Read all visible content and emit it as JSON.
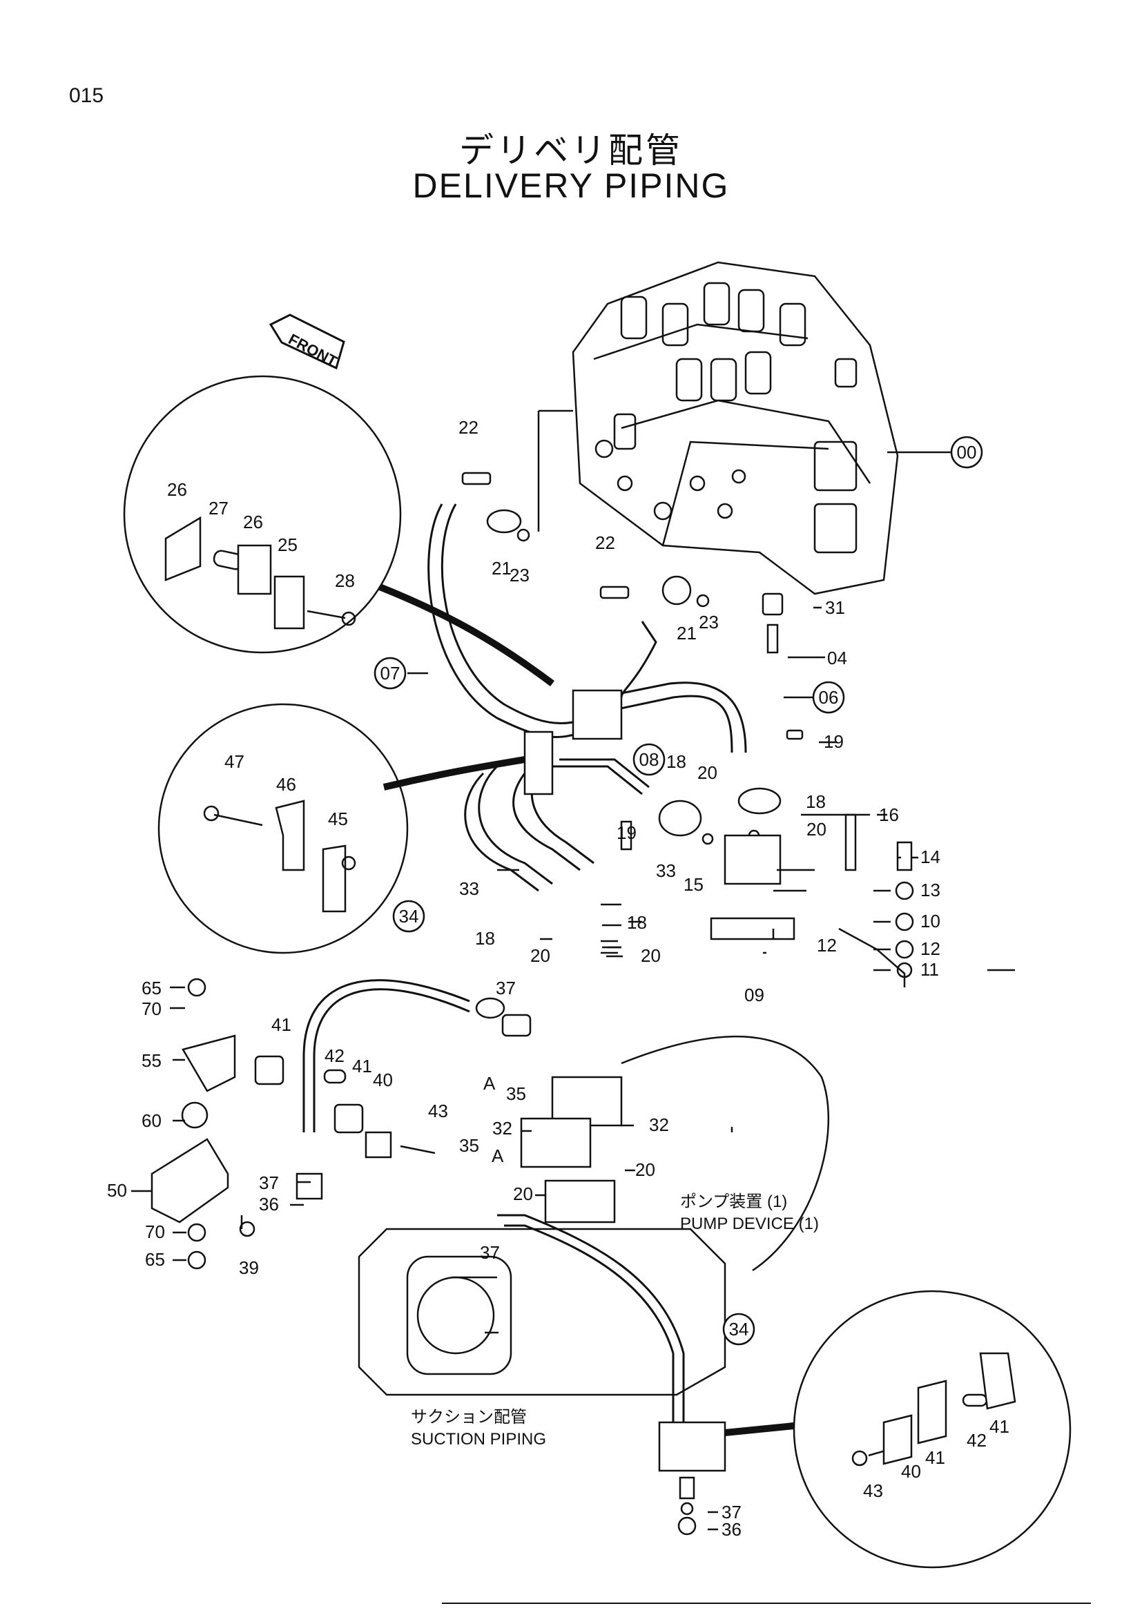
{
  "page_number": "015",
  "title_jp": "デリベリ配管",
  "title_en": "DELIVERY   PIPING",
  "front_marker": "FRONT",
  "pump_device": {
    "jp": "ポンプ装置 (1)",
    "en": "PUMP  DEVICE (1)"
  },
  "suction_piping": {
    "jp": "サクション配管",
    "en": "SUCTION  PIPING"
  },
  "view_marker": "A",
  "circled_part_numbers": [
    "00",
    "06",
    "07",
    "08",
    "34",
    "34"
  ],
  "part_numbers": {
    "upper_detail": [
      "26",
      "27",
      "26",
      "25",
      "28"
    ],
    "middle_detail": [
      "47",
      "46",
      "45"
    ],
    "valve_area": [
      "22",
      "21",
      "23",
      "22",
      "21",
      "23",
      "31",
      "04",
      "19",
      "18",
      "18",
      "20",
      "20",
      "16",
      "19",
      "14",
      "33",
      "33",
      "15",
      "13",
      "18",
      "10",
      "18",
      "12",
      "11",
      "20",
      "20",
      "12",
      "09"
    ],
    "bracket_area": [
      "65",
      "70",
      "55",
      "41",
      "42",
      "41",
      "40",
      "43",
      "60",
      "50",
      "37",
      "36",
      "70",
      "65",
      "39",
      "37",
      "35",
      "35",
      "32",
      "32",
      "20",
      "20",
      "37"
    ],
    "suction_area": [
      "37",
      "36"
    ],
    "lower_detail": [
      "41",
      "42",
      "41",
      "40",
      "43"
    ]
  }
}
